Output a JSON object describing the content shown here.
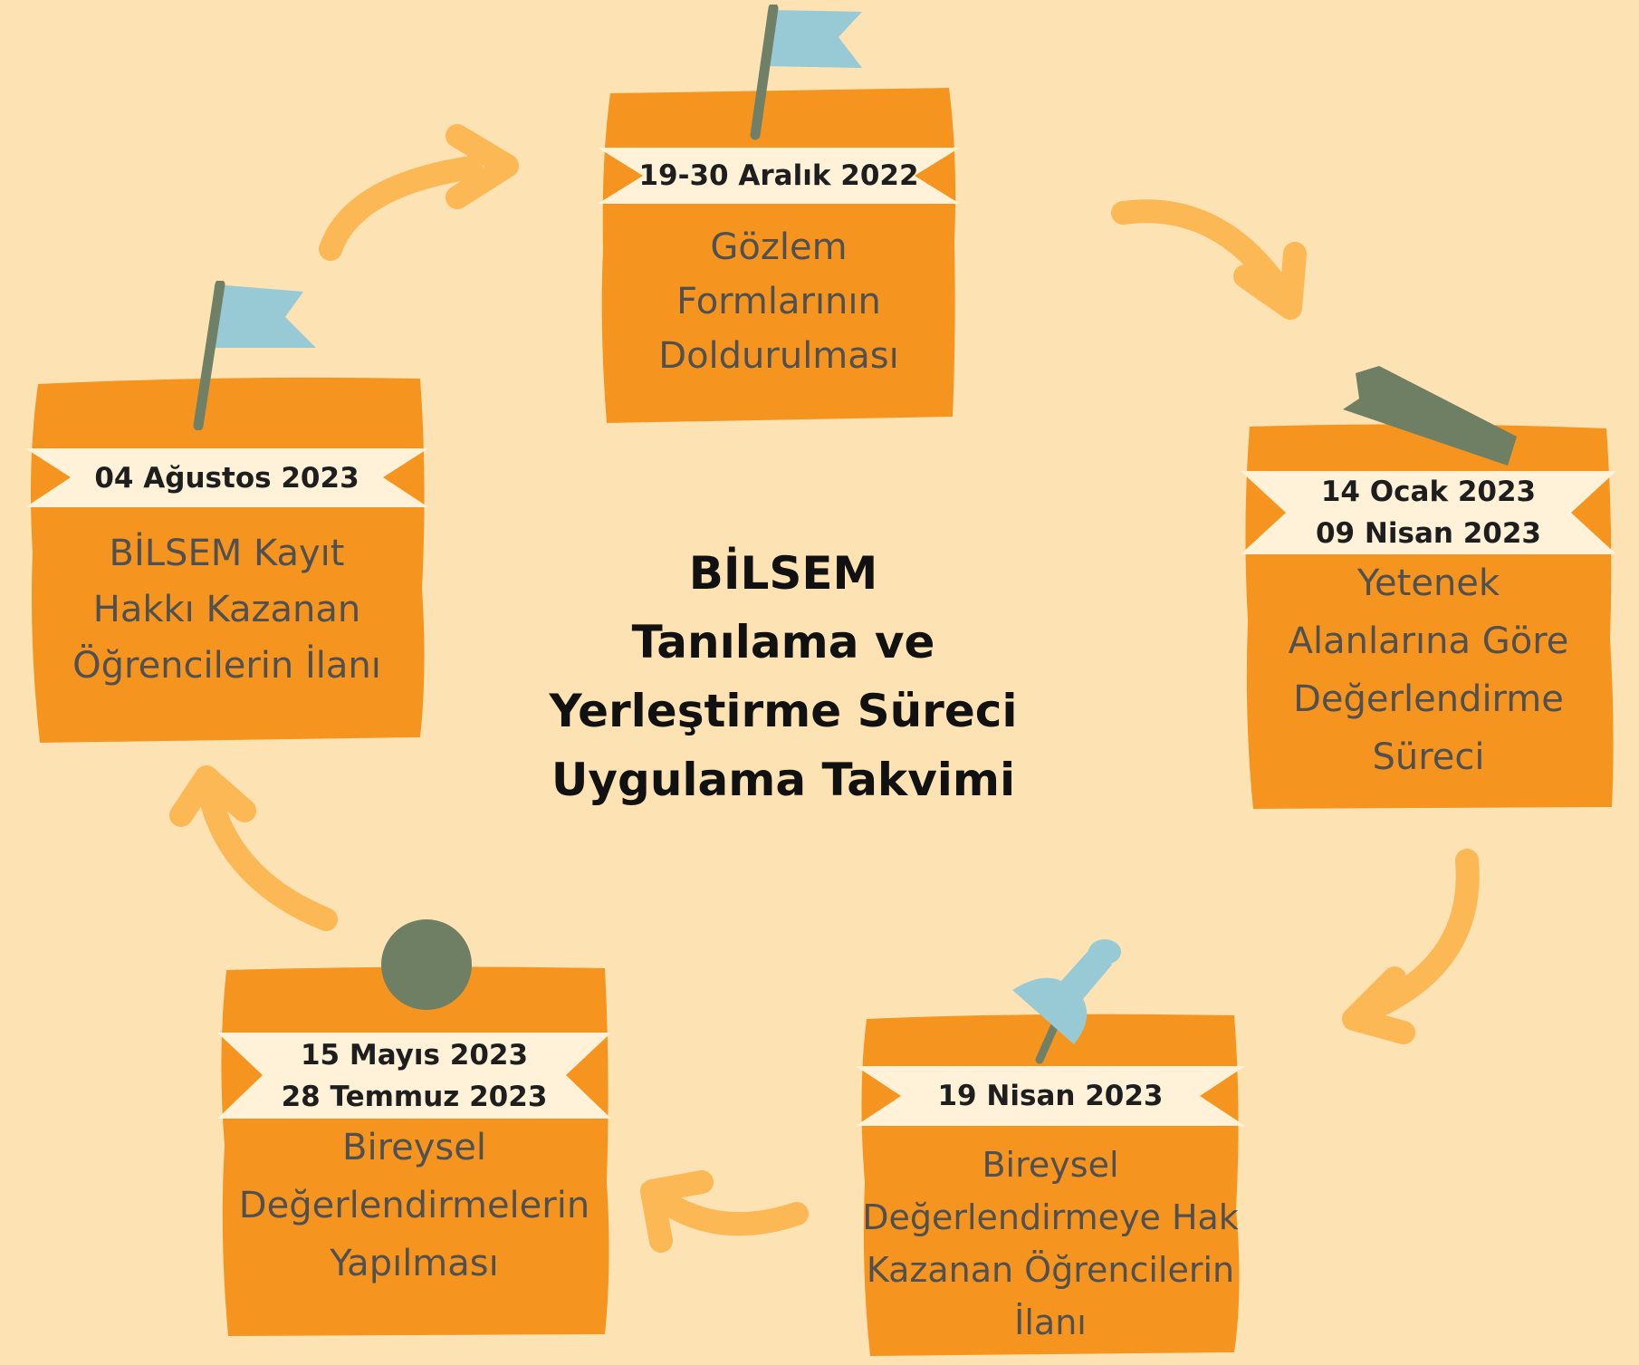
{
  "title_lines": [
    "BİLSEM",
    "Tanılama ve",
    "Yerleştirme Süreci",
    "Uygulama Takvimi"
  ],
  "colors": {
    "background": "#fde3b4",
    "card": "#f5951f",
    "ribbon": "#fff2d9",
    "arrow": "#fbb855",
    "flag": "#98cad5",
    "pole": "#708066",
    "tape": "#6f7f63"
  },
  "steps": [
    {
      "date_lines": [
        "19-30 Aralık 2022"
      ],
      "text_lines": [
        "Gözlem",
        "Formlarının",
        "Doldurulması"
      ],
      "ornament": "flag-icon"
    },
    {
      "date_lines": [
        "14 Ocak 2023",
        "09 Nisan 2023"
      ],
      "text_lines": [
        "Yetenek",
        "Alanlarına Göre",
        "Değerlendirme",
        "Süreci"
      ],
      "ornament": "tape-icon"
    },
    {
      "date_lines": [
        "19 Nisan 2023"
      ],
      "text_lines": [
        "Bireysel",
        "Değerlendirmeye Hak",
        "Kazanan Öğrencilerin",
        "İlanı"
      ],
      "ornament": "pushpin-icon"
    },
    {
      "date_lines": [
        "15 Mayıs 2023",
        "28 Temmuz 2023"
      ],
      "text_lines": [
        "Bireysel",
        "Değerlendirmelerin",
        "Yapılması"
      ],
      "ornament": "round-pin-icon"
    },
    {
      "date_lines": [
        "04 Ağustos 2023"
      ],
      "text_lines": [
        "BİLSEM Kayıt",
        "Hakkı Kazanan",
        "Öğrencilerin İlanı"
      ],
      "ornament": "flag-icon"
    }
  ]
}
